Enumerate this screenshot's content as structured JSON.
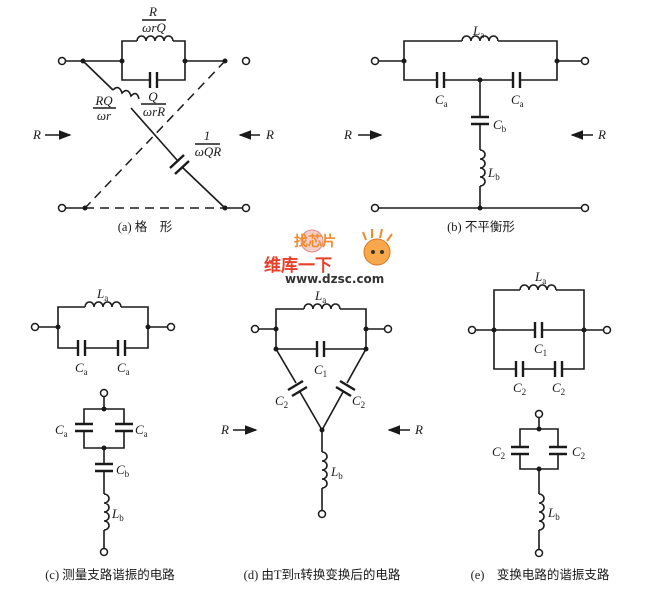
{
  "watermark": {
    "line1": "找芯片",
    "line2": "维库一下",
    "url": "www.dzsc.com"
  },
  "diagrams": {
    "a": {
      "caption": "(a) 格　形",
      "inductor_top_num": "R",
      "inductor_top_den": "ωrQ",
      "capacitor_top_num": "Q",
      "capacitor_top_den": "ωrR",
      "inductor_diag_num": "RQ",
      "inductor_diag_den": "ωr",
      "capacitor_diag_num": "1",
      "capacitor_diag_den": "ωQR",
      "left_arrow_label": "R",
      "right_arrow_label": "R"
    },
    "b": {
      "caption": "(b) 不平衡形",
      "La": "La",
      "Ca_left": "Ca",
      "Ca_right": "Ca",
      "Cb": "Cb",
      "Lb": "Lb",
      "left_arrow_label": "R",
      "right_arrow_label": "R"
    },
    "c": {
      "caption": "(c) 测量支路谐振的电路",
      "La": "La",
      "Ca_1": "Ca",
      "Ca_2": "Ca",
      "Ca_3": "Ca",
      "Ca_4": "Ca",
      "Cb": "Cb",
      "Lb": "Lb"
    },
    "d": {
      "caption": "(d) 由T到π转换变换后的电路",
      "La": "La",
      "C1": "C1",
      "C2_left": "C2",
      "C2_right": "C2",
      "Lb": "Lb",
      "left_arrow_label": "R",
      "right_arrow_label": "R"
    },
    "e": {
      "caption": "(e)　变换电路的谐振支路",
      "La": "La",
      "C1": "C1",
      "C2_1": "C2",
      "C2_2": "C2",
      "C2_3": "C2",
      "C2_4": "C2",
      "Lb": "Lb"
    }
  }
}
